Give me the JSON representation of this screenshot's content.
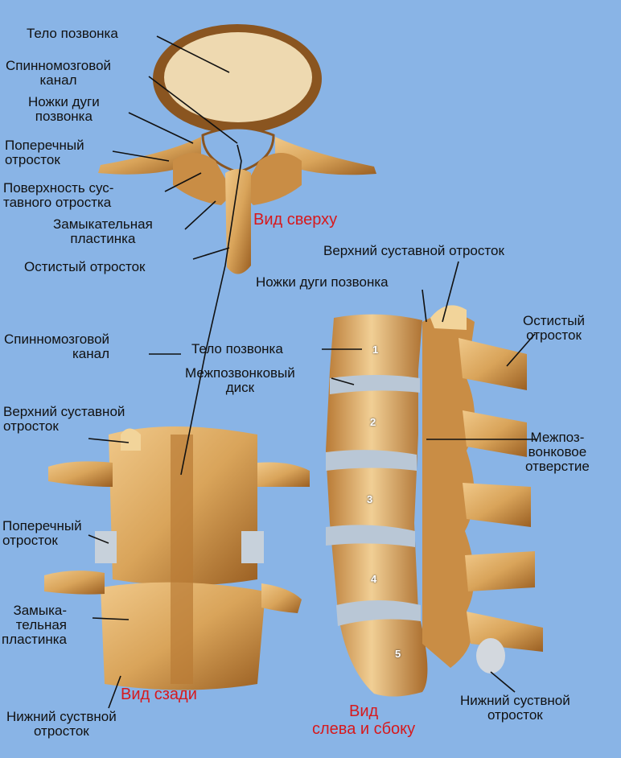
{
  "top_view": {
    "title": "Вид сверху",
    "labels": {
      "body": "Тело позвонка",
      "spinal_canal": "Спинномозговой\nканал",
      "pedicles": "Ножки дуги\nпозвонка",
      "transverse": "Поперечный\nотросток",
      "articular_surface": "Поверхность сус-\nтавного отростка",
      "lamina": "Замыкательная\nпластинка",
      "spinous": "Остистый отросток"
    }
  },
  "back_view": {
    "title": "Вид сзади",
    "labels": {
      "spinal_canal": "Спинномозговой\nканал",
      "superior_articular": "Верхний суставной\nотросток",
      "transverse": "Поперечный\nотросток",
      "lamina": "Замыка-\nтельная\nпластинка",
      "inferior_articular": "Нижний суствной\nотросток"
    }
  },
  "side_view": {
    "title": "Вид\nслева и сбоку",
    "labels": {
      "superior_articular": "Верхний суставной отросток",
      "pedicles": "Ножки дуги позвонка",
      "spinous": "Остистый\nотросток",
      "body": "Тело позвонка",
      "disc": "Межпозвонковый\nдиск",
      "foramen": "Межпоз-\nвонковое\nотверстие",
      "inferior_articular": "Нижний суствной\nотросток"
    },
    "vertebra_numbers": [
      "1",
      "2",
      "3",
      "4",
      "5"
    ]
  },
  "colors": {
    "background": "#89b4e6",
    "bone": "#d9a45a",
    "bone_dark": "#9a5f22",
    "disc": "#b9c7d6",
    "title_red": "#d7191c",
    "leader": "#111111"
  }
}
